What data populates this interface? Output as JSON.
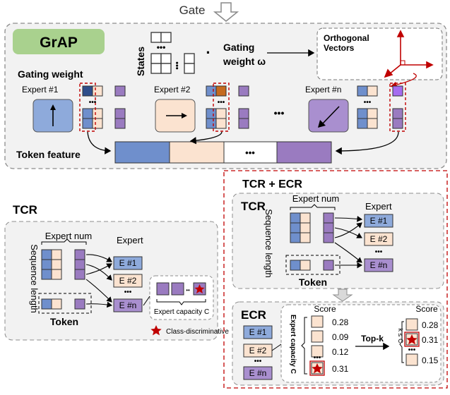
{
  "colors": {
    "blue": "#6f8fcc",
    "peach": "#fbe3d0",
    "purple": "#9a7bc0",
    "orange": "#c56a1f",
    "dark_blue": "#2e4d8a",
    "violet": "#a56cf0",
    "panel_fill": "#f2f2f2",
    "panel_stroke": "#8c8c8c",
    "grap_green": "#a9d18e",
    "red": "#c00000",
    "expert_box_blue": "#8eaadb",
    "expert_box_peach": "#fbe3d0",
    "expert_box_purple": "#a98fcf"
  },
  "top": {
    "gate_label": "Gate",
    "grap_badge": "GrAP",
    "states_label": "States",
    "dot_operator": "·",
    "gating_weight_line1": "Gating",
    "gating_weight_line2": "weight ω",
    "orthogonal_vectors_line1": "Orthogonal",
    "orthogonal_vectors_line2": "Vectors",
    "gating_weight_title": "Gating weight",
    "experts": [
      {
        "label": "Expert #1",
        "icon": "arrow-up-icon"
      },
      {
        "label": "Expert #2",
        "icon": "arrow-right-icon"
      },
      {
        "label": "Expert #n",
        "icon": "arrow-down-left-icon"
      }
    ],
    "ellipsis": "•••",
    "token_feature_label": "Token feature"
  },
  "tcr_left": {
    "title": "TCR",
    "expert_num_label": "Expert num",
    "expert_label": "Expert",
    "sequence_length_label": "Sequence length",
    "token_label": "Token",
    "experts": [
      "E #1",
      "E #2",
      "E #n"
    ],
    "expert_capacity_label": "Expert capacity C",
    "legend_label": "Class-discriminative"
  },
  "tcr_ecr": {
    "title": "TCR + ECR",
    "tcr_title": "TCR",
    "expert_num_label": "Expert num",
    "expert_label": "Expert",
    "sequence_length_label": "Sequence length",
    "token_label": "Token",
    "experts": [
      "E #1",
      "E #2",
      "E #n"
    ],
    "ecr_title": "ECR",
    "score_label_left": "Score",
    "score_label_right": "Score",
    "scores_left": [
      "0.28",
      "0.09",
      "0.12",
      "0.31"
    ],
    "expert_capacity_label": "Expert capacity C",
    "topk_label": "Top-k",
    "k_label": "k ≤ C",
    "scores_right": [
      "0.28",
      "0.31",
      "0.15"
    ]
  }
}
